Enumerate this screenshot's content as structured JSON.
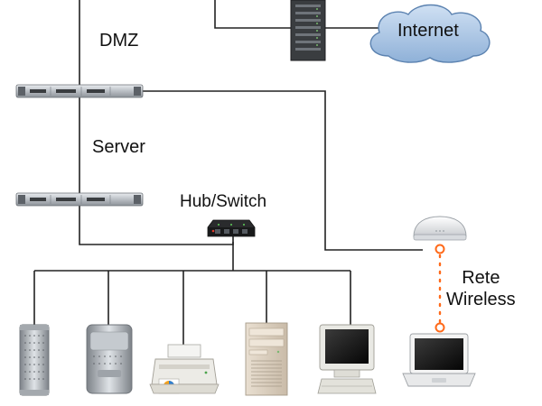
{
  "labels": {
    "dmz": "DMZ",
    "server": "Server",
    "hub_switch": "Hub/Switch",
    "internet": "Internet",
    "wireless_line1": "Rete",
    "wireless_line2": "Wireless"
  },
  "icons": [
    "firewall-rack-icon",
    "internet-cloud-icon",
    "dmz-server-rack-icon",
    "internal-server-rack-icon",
    "hub-switch-icon",
    "wireless-access-point-icon",
    "mac-pro-tower-icon",
    "power-mac-g5-icon",
    "printer-icon",
    "beige-pc-tower-icon",
    "crt-monitor-icon",
    "laptop-icon"
  ],
  "colors": {
    "line": "#222222",
    "wireless_link": "#ff6a1a",
    "cloud_fill": "#a8c4e3",
    "cloud_stroke": "#5b82b0"
  }
}
